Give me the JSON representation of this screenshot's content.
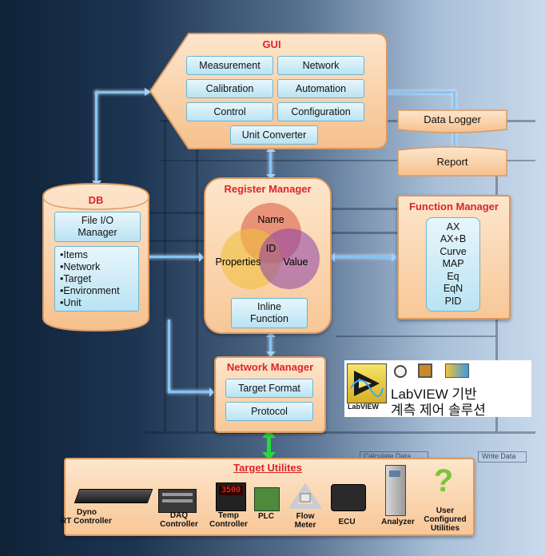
{
  "gui": {
    "title": "GUI",
    "buttons": [
      "Measurement",
      "Network",
      "Calibration",
      "Automation",
      "Control",
      "Configuration"
    ],
    "unit_converter": "Unit Converter"
  },
  "data_logger": "Data Logger",
  "report": "Report",
  "db": {
    "title": "DB",
    "file_io_line1": "File I/O",
    "file_io_line2": "Manager",
    "items": [
      "•Items",
      "•Network",
      "•Target",
      "•Environment",
      "•Unit"
    ]
  },
  "register_manager": {
    "title": "Register Manager",
    "venn": {
      "name": "Name",
      "id": "ID",
      "properties": "Properties",
      "value": "Value"
    },
    "inline_line1": "Inline",
    "inline_line2": "Function"
  },
  "function_manager": {
    "title": "Function Manager",
    "items": [
      "AX",
      "AX+B",
      "Curve",
      "MAP",
      "Eq",
      "EqN",
      "PID"
    ]
  },
  "network_manager": {
    "title": "Network Manager",
    "target_format": "Target Format",
    "protocol": "Protocol"
  },
  "labview": {
    "line1": "LabVIEW 기반",
    "line2": "계측 제어 솔루션",
    "logo_text": "LabVIEW"
  },
  "target_utilities": {
    "title": "Target Utilites",
    "items": [
      {
        "line1": "Dyno",
        "line2": "RT Controller",
        "icon": "dyno-rack-icon"
      },
      {
        "line1": "DAQ",
        "line2": "Controller",
        "icon": "daq-chassis-icon"
      },
      {
        "line1": "Temp",
        "line2": "Controller",
        "icon": "temp-controller-icon"
      },
      {
        "line1": "PLC",
        "line2": "",
        "icon": "plc-icon"
      },
      {
        "line1": "Flow",
        "line2": "Meter",
        "icon": "flow-meter-icon"
      },
      {
        "line1": "ECU",
        "line2": "",
        "icon": "ecu-icon"
      },
      {
        "line1": "Analyzer",
        "line2": "",
        "icon": "analyzer-icon"
      },
      {
        "line1": "User",
        "line2": "Configured",
        "line3": "Utilities",
        "icon": "question-mark-icon"
      }
    ]
  },
  "colors": {
    "title_red": "#d9262b",
    "peach": "#f8c797",
    "cyan_box": "#b9e3f3",
    "link_blue": "#7fc4ff",
    "green_arrow": "#27d93a"
  },
  "background": {
    "temp_display": "3500",
    "calc_label": "Calculate Data",
    "write_label": "Write Data"
  }
}
